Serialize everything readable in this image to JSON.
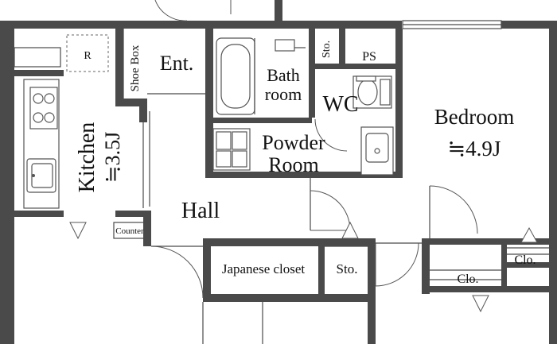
{
  "rooms": {
    "refrigerator": "R",
    "shoe_box": "Shoe Box",
    "entrance": "Ent.",
    "bath_line1": "Bath",
    "bath_line2": "room",
    "storage_small": "Sto.",
    "pipe_space": "PS",
    "wc": "WC",
    "bedroom": "Bedroom",
    "bedroom_size": "≒4.9J",
    "powder_line1": "Powder",
    "powder_line2": "Room",
    "kitchen": "Kitchen",
    "kitchen_size": "≒3.5J",
    "hall": "Hall",
    "counter": "Counter",
    "japanese_closet": "Japanese closet",
    "storage": "Sto.",
    "closet_a": "Clo.",
    "closet_b": "Clo."
  },
  "colors": {
    "wall": "#4a4a4a",
    "fixture_line": "#555555",
    "text": "#111111"
  }
}
